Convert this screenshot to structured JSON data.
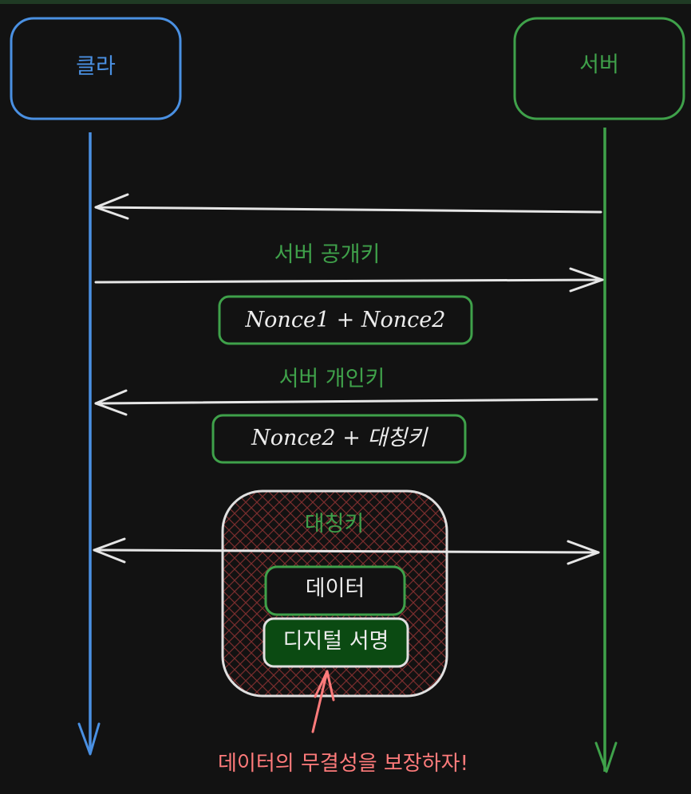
{
  "actors": {
    "client": {
      "label": "클라"
    },
    "server": {
      "label": "서버"
    }
  },
  "messages": {
    "m2_label": "서버 공개키",
    "m2_box": "Nonce1 + Nonce2",
    "m3_label": "서버 개인키",
    "m3_box": "Nonce2 + 대칭키",
    "m4_label": "대칭키",
    "m4_data": "데이터",
    "m4_signature": "디지털 서명"
  },
  "annotation": "데이터의 무결성을 보장하자!",
  "colors": {
    "background": "#121212",
    "client": "#4a90e2",
    "server": "#3fa14a",
    "arrow": "#e6e6e6",
    "annotation": "#ff7b7b",
    "signature_fill": "#0b4a12",
    "hatch": "#7a2d2d"
  }
}
